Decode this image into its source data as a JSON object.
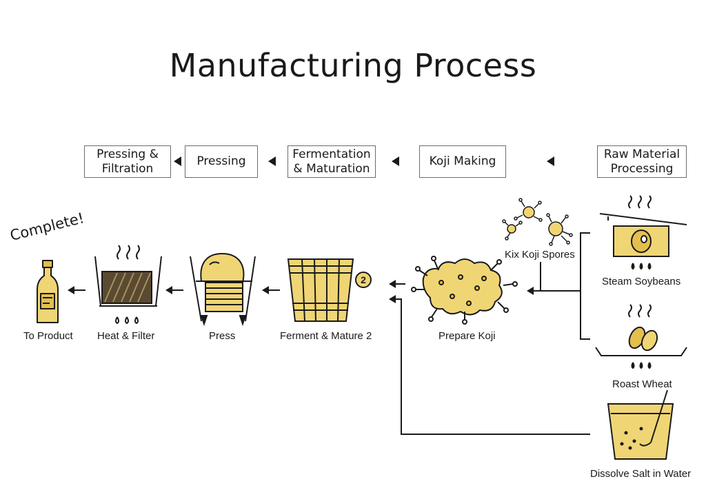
{
  "title": "Manufacturing Process",
  "stages": [
    {
      "id": "pressing-filtration",
      "label": "Pressing & Filtration"
    },
    {
      "id": "pressing",
      "label": "Pressing"
    },
    {
      "id": "fermentation",
      "label": "Fermentation & Maturation"
    },
    {
      "id": "koji-making",
      "label": "Koji Making"
    },
    {
      "id": "raw-material",
      "label": "Raw Material Processing"
    }
  ],
  "steps": {
    "to_product": "To Product",
    "heat_filter": "Heat & Filter",
    "press": "Press",
    "ferment": "Ferment & Mature 2",
    "prepare_koji": "Prepare Koji",
    "koji_spores": "Kix Koji Spores",
    "steam_soybeans": "Steam Soybeans",
    "roast_wheat": "Roast Wheat",
    "dissolve_salt": "Dissolve Salt in Water"
  },
  "complete_label": "Complete!",
  "step_badge": "2",
  "colors": {
    "fill": "#f0d575",
    "fill_dark": "#e3bf4e",
    "outline": "#1a1a1a",
    "box_border": "#6b6b6b"
  }
}
